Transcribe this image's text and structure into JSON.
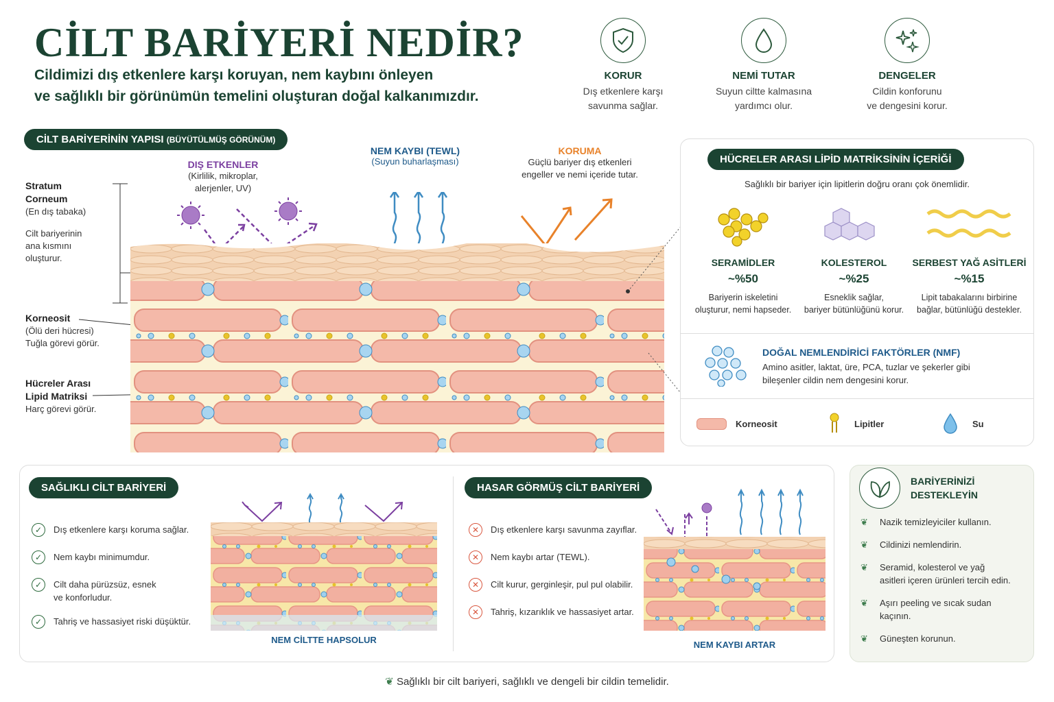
{
  "header": {
    "title": "CİLT BARİYERİ NEDİR?",
    "subtitle_line1": "Cildimizi dış etkenlere karşı koruyan, nem kaybını önleyen",
    "subtitle_line2": "ve sağlıklı bir görünümün temelini oluşturan doğal kalkanımızdır."
  },
  "features": [
    {
      "icon": "shield-check-icon",
      "title": "KORUR",
      "line1": "Dış etkenlere karşı",
      "line2": "savunma sağlar."
    },
    {
      "icon": "water-drop-icon",
      "title": "NEMİ TUTAR",
      "line1": "Suyun ciltte kalmasına",
      "line2": "yardımcı olur."
    },
    {
      "icon": "sparkles-icon",
      "title": "DENGELER",
      "line1": "Cildin konforunu",
      "line2": "ve dengesini korur."
    }
  ],
  "structure": {
    "pill": "CİLT BARİYERİNİN YAPISI",
    "pill_small": "(BÜYÜTÜLMÜŞ GÖRÜNÜM)",
    "external_title": "DIŞ ETKENLER",
    "external_l1": "(Kirlilik, mikroplar,",
    "external_l2": "alerjenler, UV)",
    "tewl_title": "NEM KAYBI (TEWL)",
    "tewl_sub": "(Suyun buharlaşması)",
    "protect_title": "KORUMA",
    "protect_l1": "Güçlü bariyer dış etkenleri",
    "protect_l2": "engeller ve nemi içeride tutar.",
    "sc_l1": "Stratum",
    "sc_l2": "Corneum",
    "sc_sub": "(En dış tabaka)",
    "sc_d1": "Cilt bariyerinin",
    "sc_d2": "ana kısmını",
    "sc_d3": "oluşturur.",
    "corneo_title": "Korneosit",
    "corneo_sub": "(Ölü deri hücresi)",
    "corneo_desc": "Tuğla görevi görür.",
    "lipid_l1": "Hücreler Arası",
    "lipid_l2": "Lipid Matriksi",
    "lipid_desc": "Harç görevi görür."
  },
  "lipid_panel": {
    "pill": "HÜCRELER ARASI LİPİD MATRİKSİNİN İÇERİĞİ",
    "intro": "Sağlıklı bir bariyer için lipitlerin doğru oranı çok önemlidir.",
    "items": [
      {
        "name": "SERAMİDLER",
        "pct": "~%50",
        "d1": "Bariyerin iskeletini",
        "d2": "oluşturur, nemi hapseder."
      },
      {
        "name": "KOLESTEROL",
        "pct": "~%25",
        "d1": "Esneklik sağlar,",
        "d2": "bariyer bütünlüğünü korur."
      },
      {
        "name": "SERBEST YAĞ ASİTLERİ",
        "pct": "~%15",
        "d1": "Lipit tabakalarını birbirine",
        "d2": "bağlar, bütünlüğü destekler."
      }
    ],
    "nmf_title": "DOĞAL NEMLENDİRİCİ FAKTÖRLER (NMF)",
    "nmf_l1": "Amino asitler, laktat, üre, PCA, tuzlar ve şekerler gibi",
    "nmf_l2": "bileşenler cildin nem dengesini korur.",
    "legend": [
      "Korneosit",
      "Lipitler",
      "Su"
    ]
  },
  "healthy": {
    "pill": "SAĞLIKLI CİLT BARİYERİ",
    "items": [
      "Dış etkenlere karşı koruma sağlar.",
      "Nem kaybı minimumdur.",
      "Cilt daha pürüzsüz, esnek",
      "ve konforludur.",
      "Tahriş ve hassasiyet riski düşüktür."
    ],
    "caption": "NEM CİLTTE HAPSOLUR"
  },
  "damaged": {
    "pill": "HASAR GÖRMÜŞ CİLT BARİYERİ",
    "items": [
      "Dış etkenlere karşı savunma zayıflar.",
      "Nem kaybı artar (TEWL).",
      "Cilt kurur, gerginleşir, pul pul olabilir.",
      "Tahriş, kızarıklık ve hassasiyet artar."
    ],
    "caption": "NEM KAYBI ARTAR"
  },
  "support": {
    "title_l1": "BARİYERİNİZİ",
    "title_l2": "DESTEKLEYİN",
    "items": [
      "Nazik temizleyiciler kullanın.",
      "Cildinizi nemlendirin.",
      "Seramid, kolesterol ve yağ",
      "asitleri içeren ürünleri tercih edin.",
      "Aşırı peeling ve sıcak sudan",
      "kaçının.",
      "Güneşten korunun."
    ]
  },
  "footer": "Sağlıklı bir cilt bariyeri, sağlıklı ve dengeli bir cildin temelidir.",
  "colors": {
    "dark_green": "#1b4332",
    "purple": "#7b3fa0",
    "blue": "#1e5a8a",
    "orange": "#e8822a",
    "skin": "#f2b9a8",
    "red": "#d9573f"
  }
}
